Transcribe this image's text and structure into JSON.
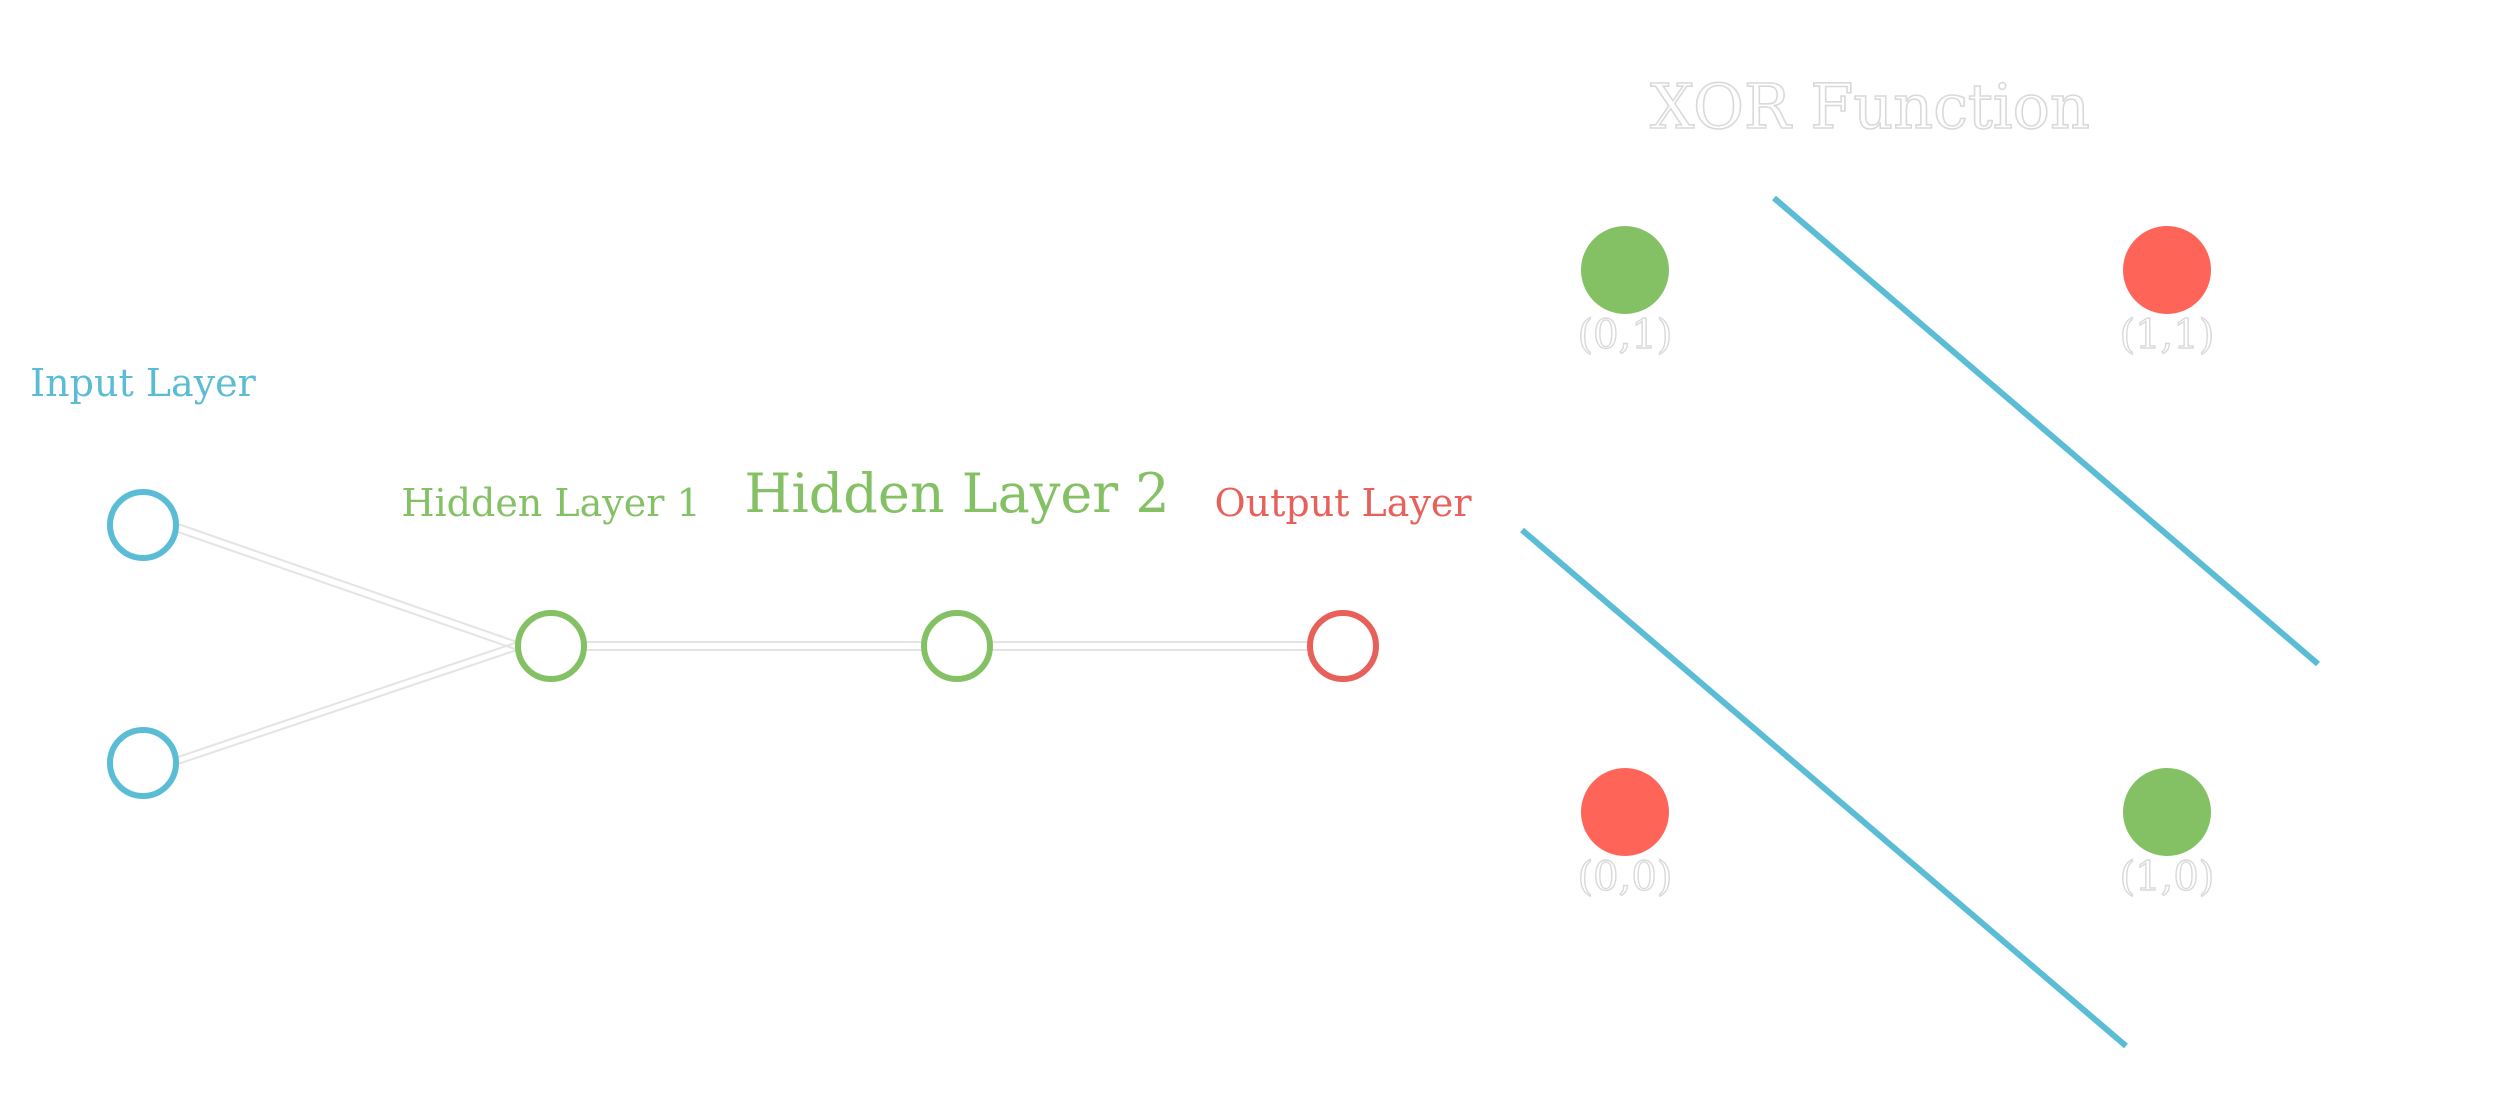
{
  "network": {
    "layers": [
      {
        "label": "Input Layer",
        "color": "#5bbcd6"
      },
      {
        "label": "Hidden Layer 1",
        "color": "#84c164"
      },
      {
        "label": "Hidden Layer 2",
        "color": "#84c164"
      },
      {
        "label": "Output Layer",
        "color": "#e8605a"
      }
    ],
    "connection_color": "#e4e4e4"
  },
  "xor": {
    "title": "XOR Function",
    "points": [
      {
        "label": "(0,1)",
        "color": "#84c164"
      },
      {
        "label": "(1,1)",
        "color": "#ff6459"
      },
      {
        "label": "(0,0)",
        "color": "#ff6459"
      },
      {
        "label": "(1,0)",
        "color": "#84c164"
      }
    ],
    "boundary_color": "#5bbcd6",
    "text_color": "#d9d9d9"
  }
}
